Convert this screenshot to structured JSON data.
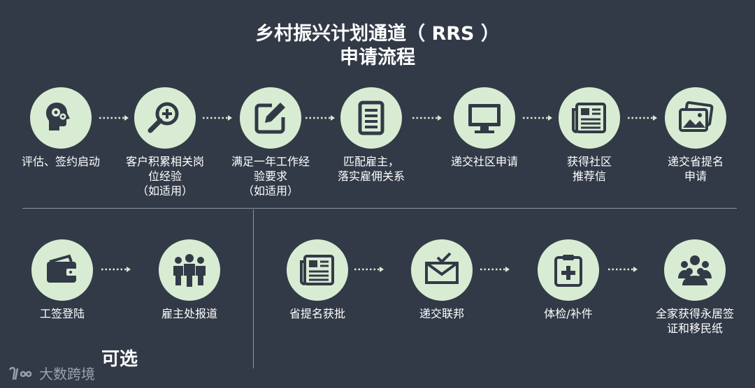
{
  "title": {
    "line1": "乡村振兴计划通道（  RRS  ）",
    "line2": "申请流程"
  },
  "row1": [
    {
      "icon": "head-gears-icon",
      "label": "评估、签约启动"
    },
    {
      "icon": "magnifier-plus-icon",
      "label": "客户积累相关岗\n位经验\n（如适用）"
    },
    {
      "icon": "edit-pencil-icon",
      "label": "满足一年工作经\n验要求\n（如适用）"
    },
    {
      "icon": "document-icon",
      "label": "匹配雇主，\n落实雇佣关系"
    },
    {
      "icon": "monitor-icon",
      "label": "递交社区申请"
    },
    {
      "icon": "newspaper-icon",
      "label": "获得社区\n推荐信"
    },
    {
      "icon": "photos-icon",
      "label": "递交省提名\n申请"
    }
  ],
  "row2_left": [
    {
      "icon": "wallet-icon",
      "label": "工签登陆"
    },
    {
      "icon": "people-group-icon",
      "label": "雇主处报道"
    }
  ],
  "row2_right": [
    {
      "icon": "newspaper-icon",
      "label": "省提名获批"
    },
    {
      "icon": "envelope-check-icon",
      "label": "递交联邦"
    },
    {
      "icon": "medical-clipboard-icon",
      "label": "体检/补件"
    },
    {
      "icon": "family-group-icon",
      "label": "全家获得永居签\n证和移民纸"
    }
  ],
  "optional_label": "可选",
  "watermark": "大数跨境",
  "colors": {
    "background": "#323a47",
    "circle": "#d8ecd3",
    "icon": "#323a47",
    "arrow": "#d8ecd3"
  }
}
